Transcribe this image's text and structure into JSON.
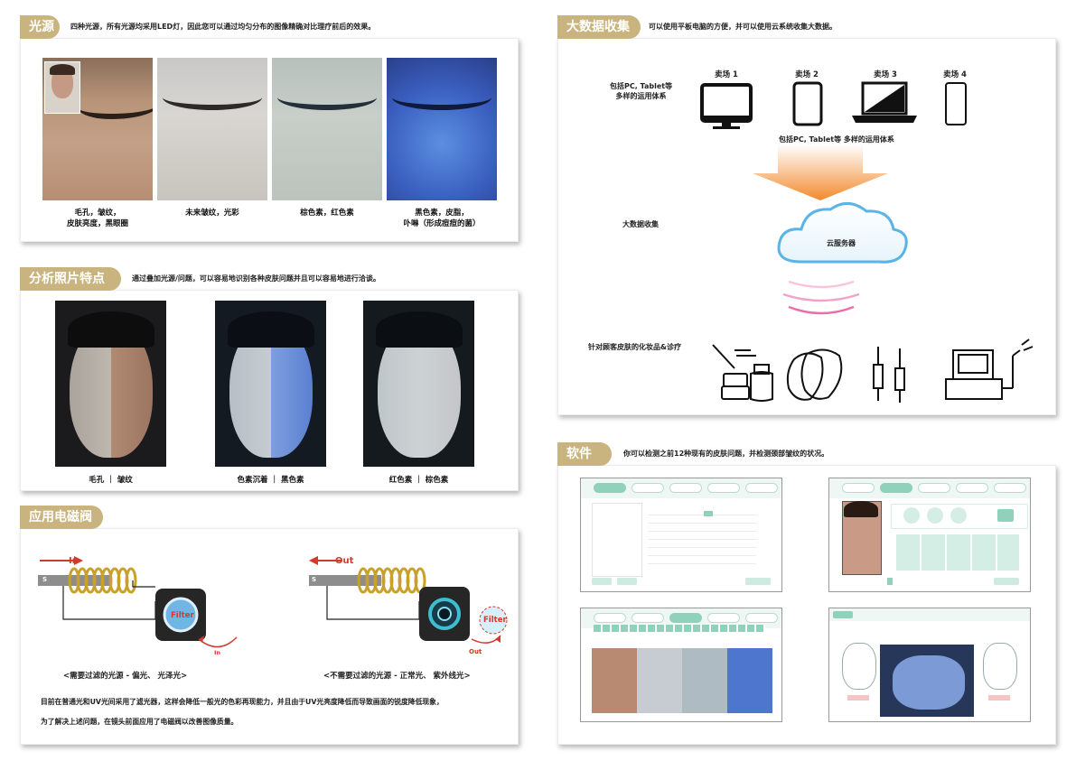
{
  "light_section": {
    "title": "光源",
    "description": "四种光源，所有光源均采用LED灯，因此您可以通过均匀分布的图像精确对比理疗前后的效果。",
    "captions": [
      {
        "line1": "毛孔，皱纹，",
        "line2": "皮肤亮度，黑眼圈"
      },
      {
        "line1": "未来皱纹，光彩",
        "line2": ""
      },
      {
        "line1": "棕色素，红色素",
        "line2": ""
      },
      {
        "line1": "黑色素，皮脂，",
        "line2": "卟啉（形成痘痘的菌）"
      }
    ]
  },
  "analysis_section": {
    "title": "分析照片特点",
    "description": "通过叠加光源/问题，可以容易地识别各种皮肤问题并且可以容易地进行洽谈。",
    "captions": [
      "毛孔 ｜ 皱纹",
      "色素沉着 ｜ 黑色素",
      "红色素 ｜ 棕色素"
    ]
  },
  "valve_section": {
    "title": "应用电磁阀",
    "in_label": "In",
    "out_label": "Out",
    "filter_label": "Filter",
    "coil_label": "S",
    "caption_left": "<需要过滤的光源 - 偏光、 光泽光>",
    "caption_right": "<不需要过滤的光源 - 正常光、 紫外线光>",
    "body_line1": "目前在普通光和UV光间采用了滤光器，这样会降低一般光的色彩再现能力，并且由于UV光亮度降低而导致画面的锐度降低现象，",
    "body_line2": "为了解决上述问题，在镜头前面应用了电磁阀以改善图像质量。"
  },
  "bigdata_section": {
    "title": "大数据收集",
    "description": "可以使用平板电脑的方便，并可以使用云系统收集大数据。",
    "left_label_line1": "包括PC, Tablet等",
    "left_label_line2": "多样的运用体系",
    "stores": [
      "卖场 1",
      "卖场 2",
      "卖场 3",
      "卖场 4"
    ],
    "devices_caption": "包括PC, Tablet等 多样的运用体系",
    "collect_label": "大数据收集",
    "cloud_label": "云服务器",
    "cosmetic_label": "针对顾客皮肤的化妆品&诊疗"
  },
  "software_section": {
    "title": "软件",
    "description": "你可以检测之前12种现有的皮肤问题，并检测颈部皱纹的状况。"
  },
  "colors": {
    "tag_gold": "#c9b47f",
    "mint": "#8fd1bb",
    "arrow_red": "#d43a2a",
    "wave_pink": "#e8559a",
    "arrow_orange": "#f28a2e",
    "cloud_blue": "#5ab4e5"
  }
}
